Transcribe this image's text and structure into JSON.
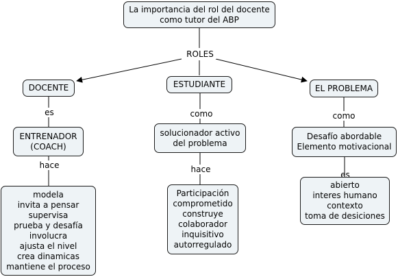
{
  "title": {
    "lines": [
      "La importancia del rol del docente",
      "como tutor del ABP"
    ]
  },
  "roles_label": "ROLES",
  "docente": "DOCENTE",
  "estudiante": "ESTUDIANTE",
  "problema": "EL PROBLEMA",
  "link_es": "es",
  "link_como_1": "como",
  "link_como_2": "como",
  "entrenador": {
    "lines": [
      "ENTRENADOR",
      "(COACH)"
    ]
  },
  "solucionador": {
    "lines": [
      "solucionador activo",
      "del problema"
    ]
  },
  "desafio": {
    "lines": [
      "Desafío abordable",
      "Elemento motivacional"
    ]
  },
  "link_hace_1": "hace",
  "link_hace_2": "hace",
  "link_es_2": "es",
  "docente_actions": {
    "lines": [
      "modela",
      "invita a pensar",
      "supervisa",
      "prueba y desafía",
      "involucra",
      "ajusta el nivel",
      "crea dinamicas",
      "mantiene el proceso"
    ]
  },
  "estudiante_traits": {
    "lines": [
      "Participación",
      "comprometido",
      "construye",
      "colaborador",
      "inquisitivo",
      "autorregulado"
    ]
  },
  "problema_traits": {
    "lines": [
      "abierto",
      "interes humano",
      "contexto",
      "toma de desiciones"
    ]
  }
}
